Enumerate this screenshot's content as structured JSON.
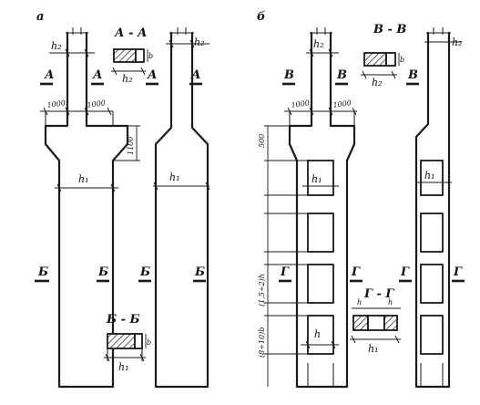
{
  "panel_a": {
    "title": "а",
    "section_aa": "А - А",
    "section_bb": "Б - Б",
    "cut_a": "А",
    "cut_b": "Б",
    "h1": "h₁",
    "h2": "h₂",
    "dim_1000": "1000",
    "dim_1100": "1100",
    "b": "b"
  },
  "panel_b": {
    "title": "б",
    "section_vv": "В - В",
    "section_gg": "Г - Г",
    "cut_v": "В",
    "cut_g": "Г",
    "h": "h",
    "h1": "h₁",
    "h2": "h₂",
    "dim_1000": "1000",
    "dim_500": "500",
    "dim_span1": "(1,5÷2)h",
    "dim_span2": "(8÷10)b",
    "b": "b"
  },
  "colors": {
    "ink": "#1a1a1a",
    "paper": "#ffffff"
  }
}
